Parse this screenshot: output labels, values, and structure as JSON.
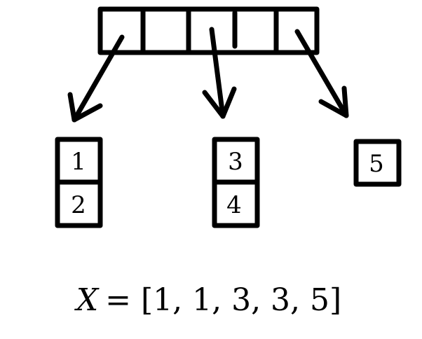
{
  "buckets": [
    {
      "items": [
        "1",
        "2"
      ]
    },
    {
      "items": [
        "3",
        "4"
      ]
    },
    {
      "items": [
        "5"
      ]
    }
  ],
  "array_cells": 5,
  "equation": {
    "lhs": "X",
    "rhs": "= [1, 1, 3, 3, 5]"
  },
  "colors": {
    "stroke": "#000000",
    "background": "#ffffff"
  }
}
